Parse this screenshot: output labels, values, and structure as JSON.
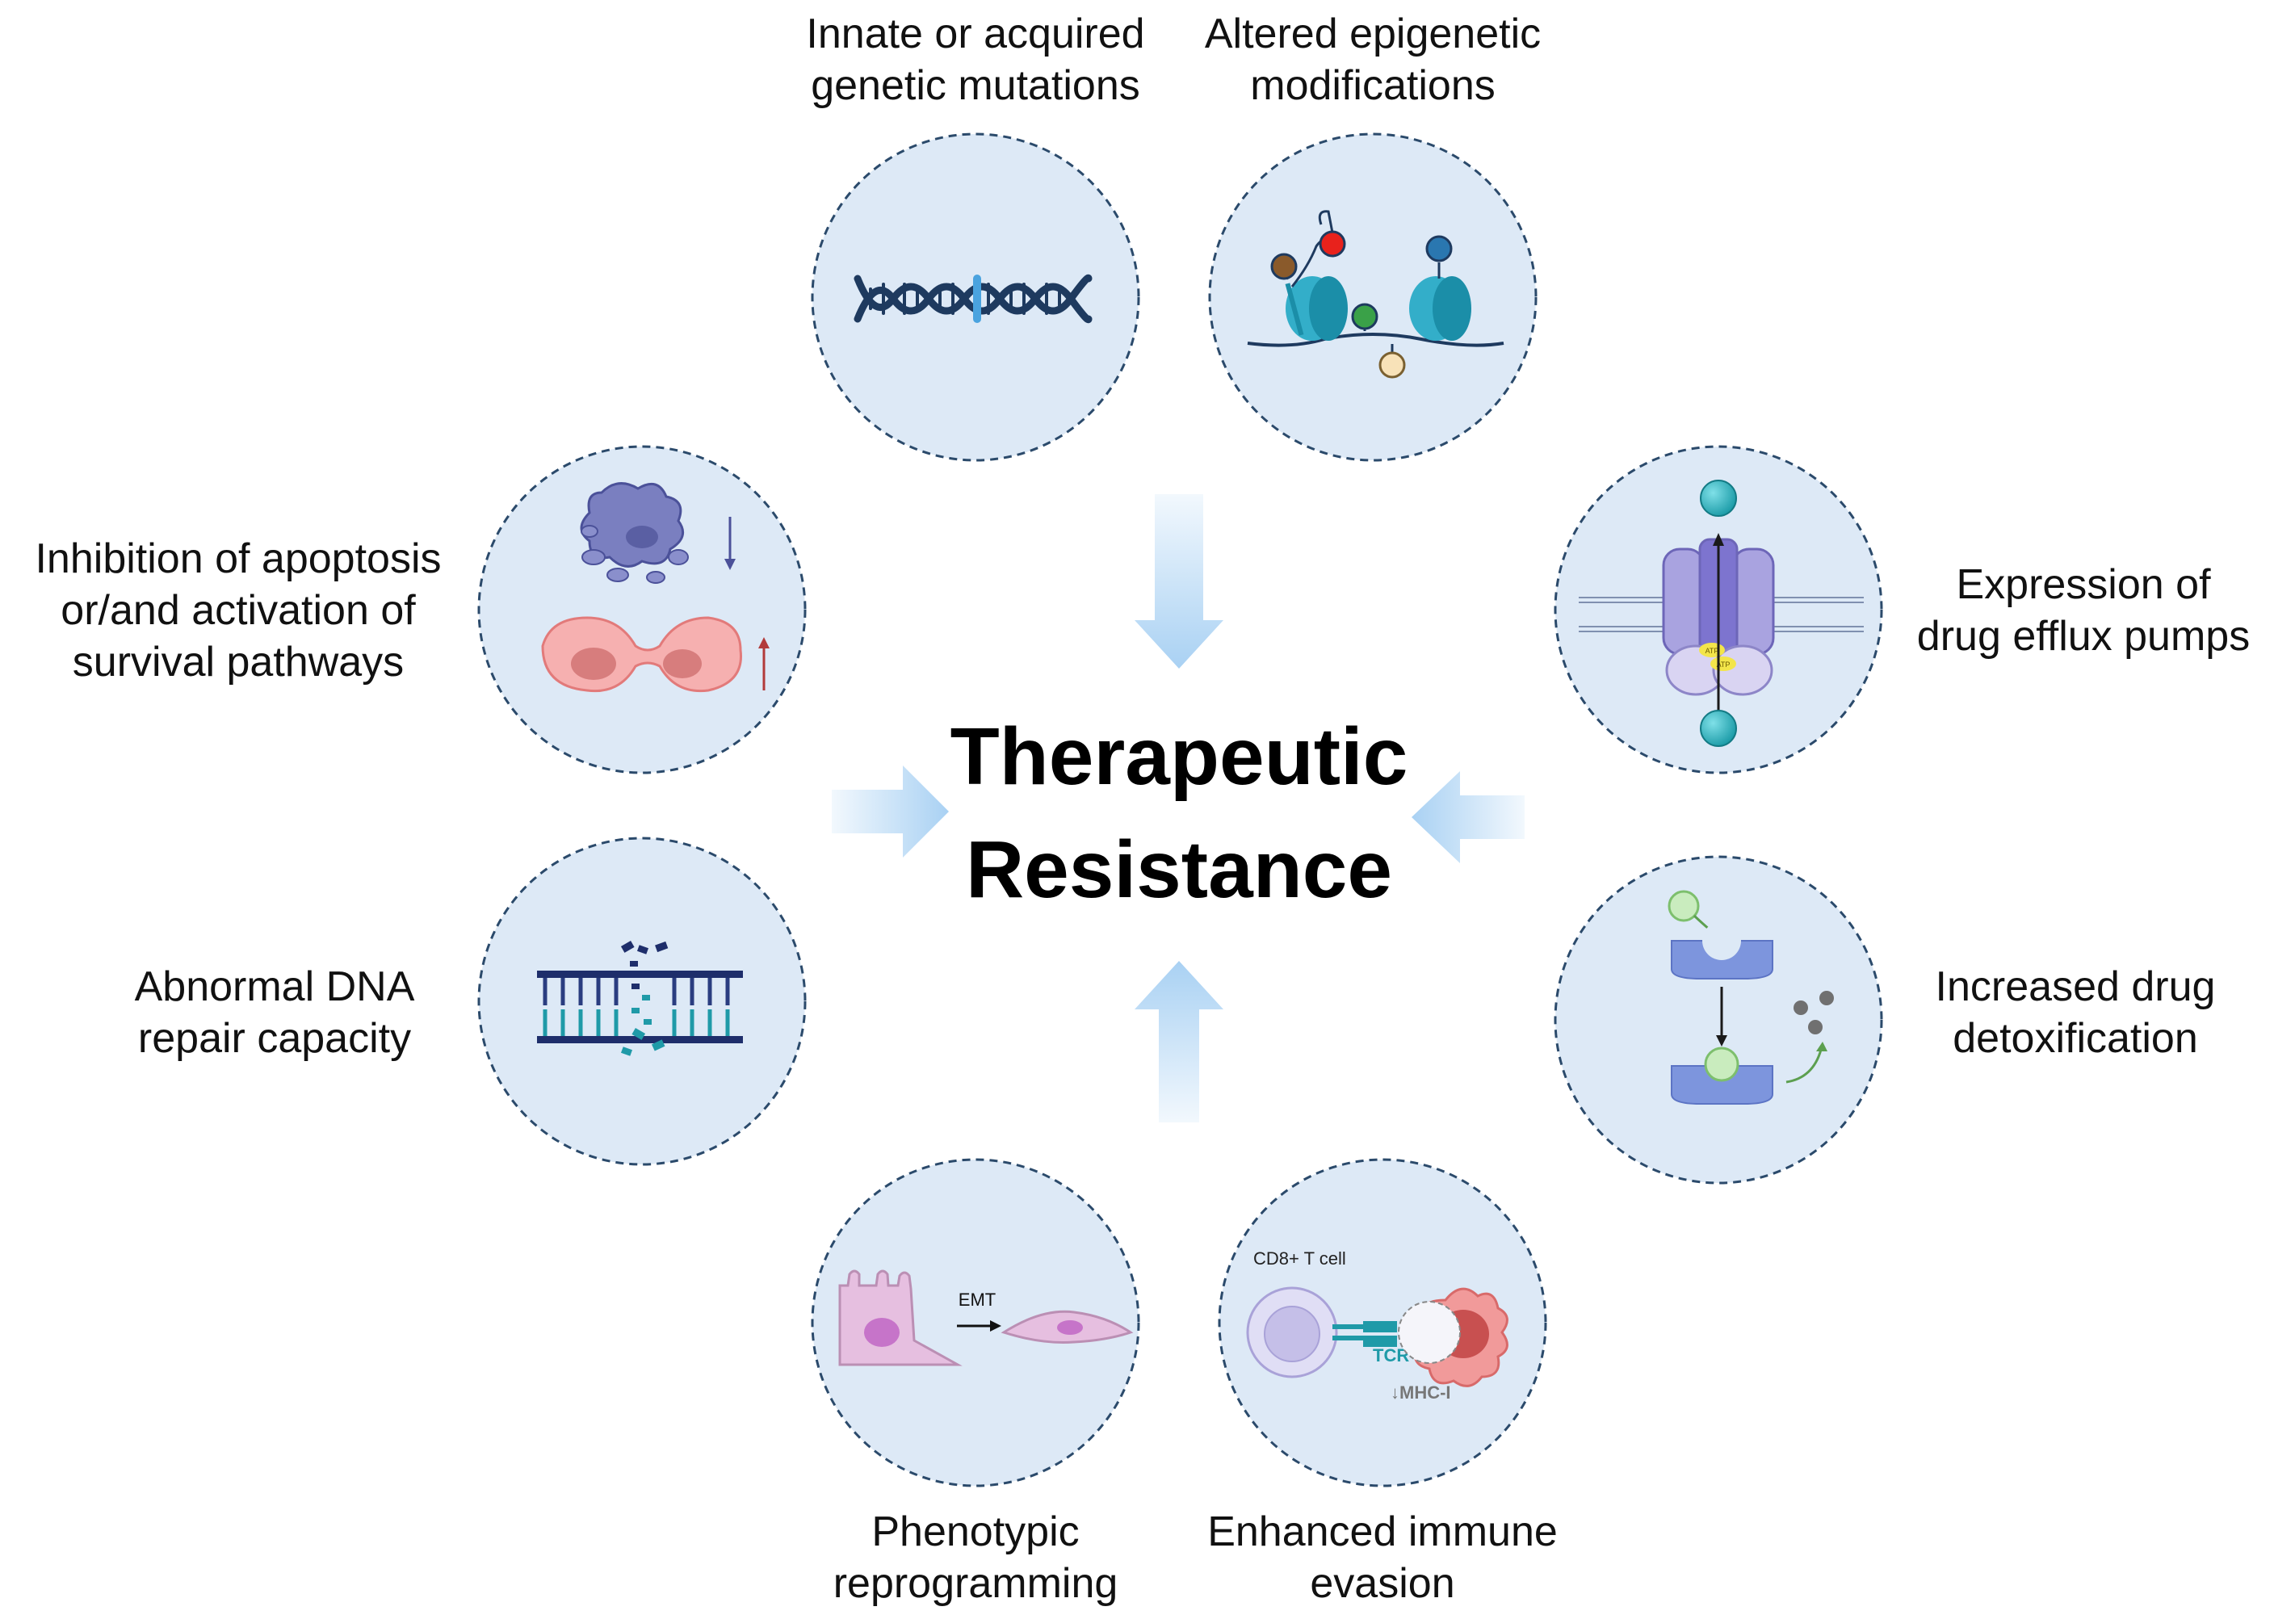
{
  "title": {
    "line1": "Therapeutic",
    "line2": "Resistance"
  },
  "factors": {
    "mutations": {
      "line1": "Innate or acquired",
      "line2": "genetic mutations"
    },
    "epigenetic": {
      "line1": "Altered epigenetic",
      "line2": "modifications"
    },
    "apoptosis": {
      "line1": "Inhibition of apoptosis",
      "line2": "or/and activation of",
      "line3": "survival pathways"
    },
    "efflux": {
      "line1": "Expression of",
      "line2": "drug efflux pumps"
    },
    "dna_repair": {
      "line1": "Abnormal DNA",
      "line2": "repair capacity"
    },
    "detox": {
      "line1": "Increased drug",
      "line2": "detoxification"
    },
    "phenotypic": {
      "line1": "Phenotypic",
      "line2": "reprogramming"
    },
    "immune": {
      "line1": "Enhanced immune",
      "line2": "evasion"
    }
  },
  "icon_text": {
    "emt": "EMT",
    "cd8": "CD8+ T cell",
    "tcr": "TCR",
    "mhc": "↓MHC-I",
    "atp1": "ATP",
    "atp2": "ATP"
  },
  "colors": {
    "circle_fill": "#dde9f6",
    "circle_stroke": "#2b4a6b",
    "arrow": "#a9d1f3",
    "nucleosome": "#33aec9",
    "dna": "#1e3a5f"
  }
}
